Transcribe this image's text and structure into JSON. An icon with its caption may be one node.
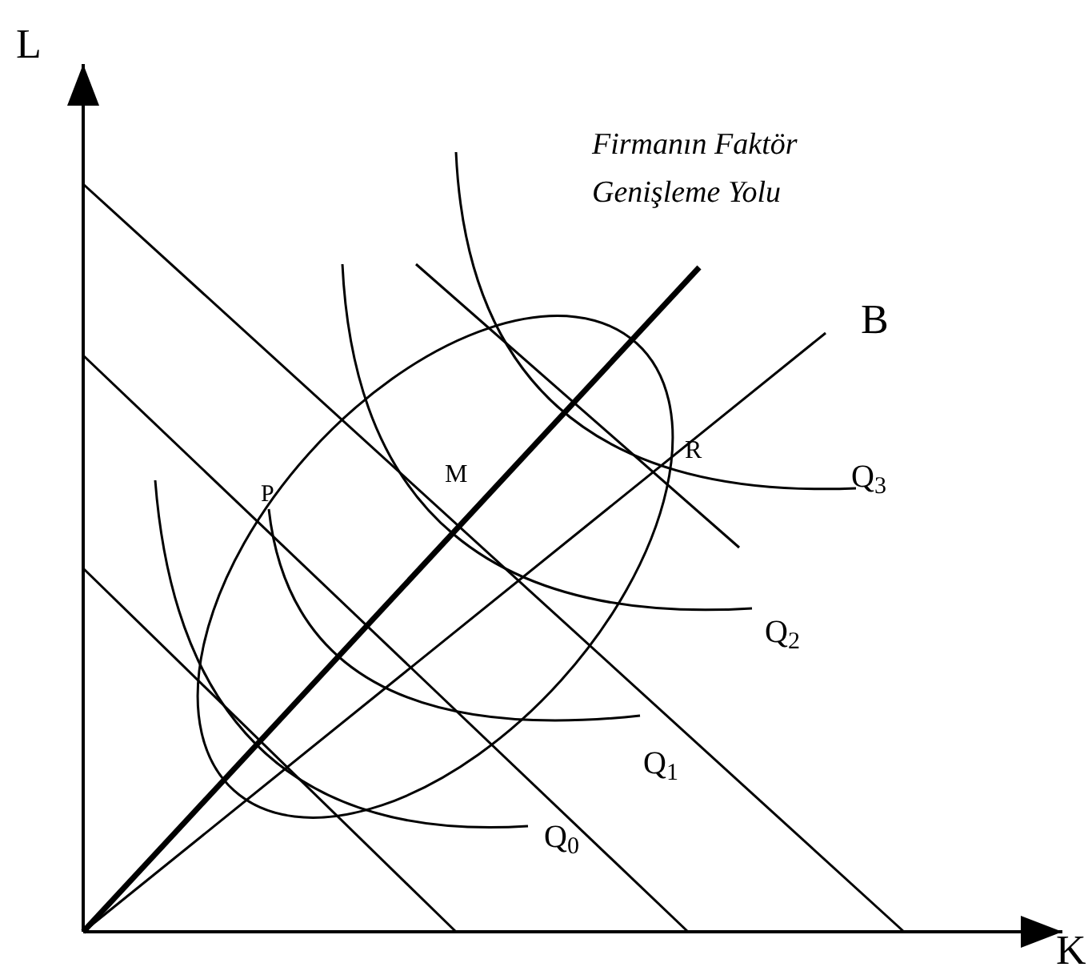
{
  "diagram": {
    "labels": [
      "L",
      "Firmanın Faktör Genişleme Yolu",
      "B",
      "P",
      "M",
      "R",
      "Q$_{3}$",
      "Q$_{2}$",
      "Q$_{1}$",
      "Q$_{0}$",
      "K"
    ]
  }
}
